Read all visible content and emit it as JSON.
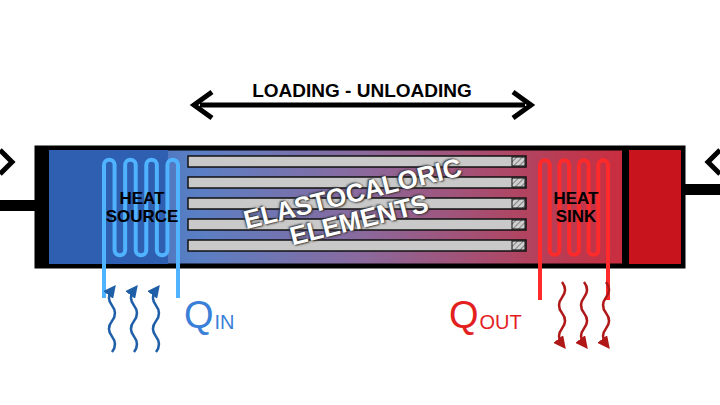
{
  "diagram": {
    "nodes": [
      {
        "text": [
          "HEAT SOURCE"
        ]
      },
      {
        "text": [
          "HEAT SINK"
        ]
      }
    ],
    "labels": [
      "LOADING - UNLOADING",
      "ELASTOCALORIC ELEMENTS",
      "Q",
      "IN",
      "Q",
      "OUT"
    ]
  }
}
